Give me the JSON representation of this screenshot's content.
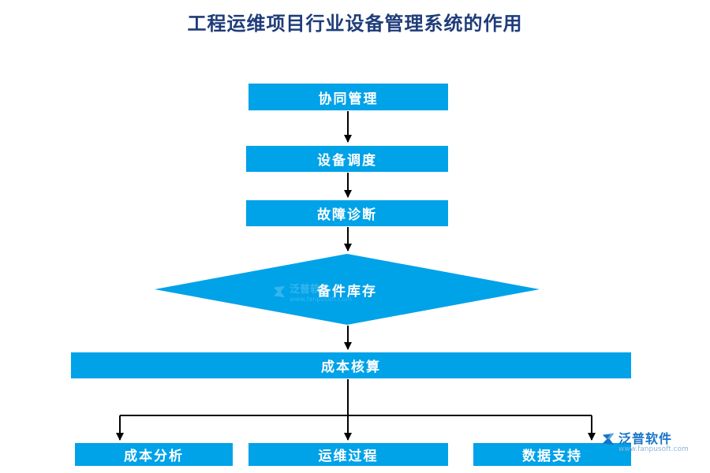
{
  "title": "工程运维项目行业设备管理系统的作用",
  "colors": {
    "node_fill": "#00a2e8",
    "node_text": "#ffffff",
    "title_text": "#1f3c7a",
    "arrow": "#000000",
    "brand_blue": "#1673c6"
  },
  "nodes": {
    "n1": "协同管理",
    "n2": "设备调度",
    "n3": "故障诊断",
    "n4": "备件库存",
    "n5": "成本核算",
    "n6": "成本分析",
    "n7": "运维过程",
    "n8": "数据支持"
  },
  "watermark": {
    "brand": "泛普软件",
    "url": "www.fanpusoft.com"
  }
}
